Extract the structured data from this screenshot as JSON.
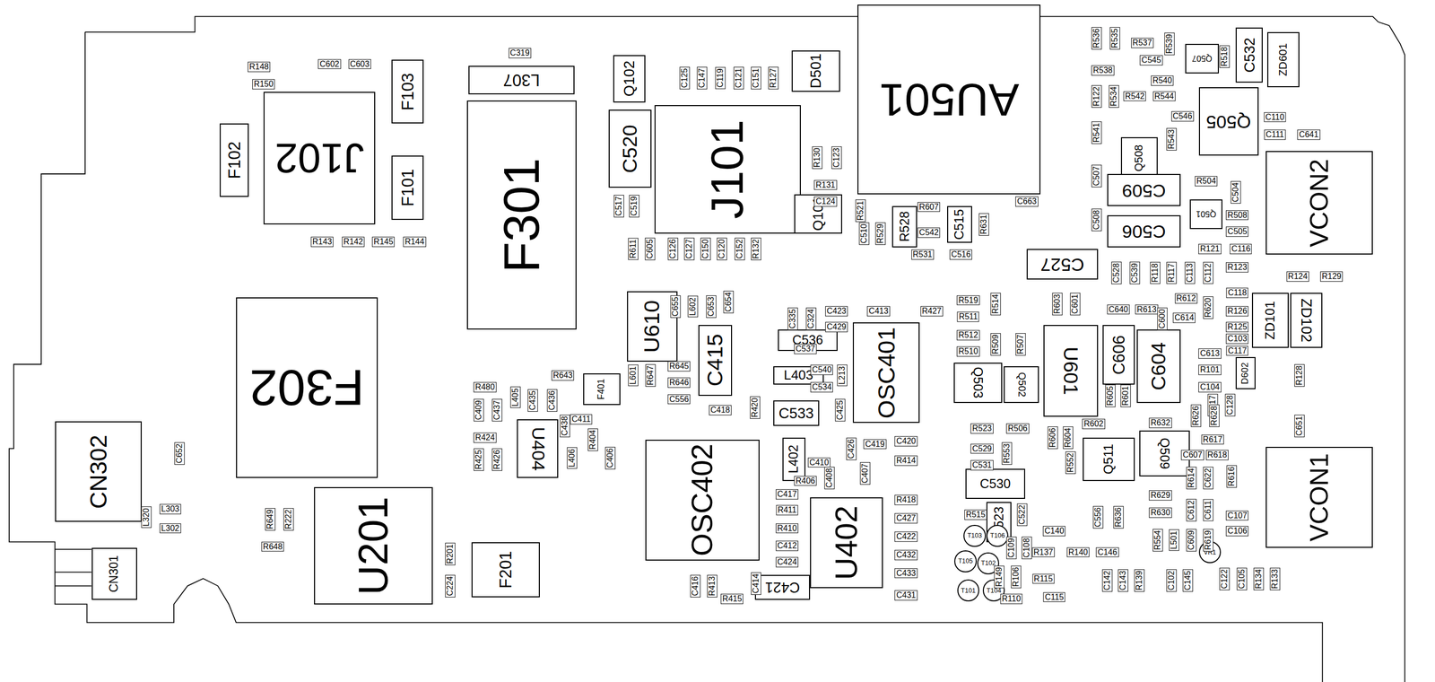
{
  "diagram": {
    "nodes": [
      {
        "text": [
          "J102"
        ]
      },
      {
        "text": [
          "F102"
        ]
      },
      {
        "text": [
          "F103"
        ]
      },
      {
        "text": [
          "F101"
        ]
      },
      {
        "text": [
          "L307"
        ]
      },
      {
        "text": [
          "F301"
        ]
      },
      {
        "text": [
          "Q102"
        ]
      },
      {
        "text": [
          "C520"
        ]
      },
      {
        "text": [
          "J101"
        ]
      },
      {
        "text": [
          "D501"
        ]
      },
      {
        "text": [
          "AU501"
        ]
      },
      {
        "text": [
          "Q101"
        ]
      },
      {
        "text": [
          "R528"
        ]
      },
      {
        "text": [
          "C515"
        ]
      },
      {
        "text": [
          "Q507"
        ]
      },
      {
        "text": [
          "C532"
        ]
      },
      {
        "text": [
          "ZD601"
        ]
      },
      {
        "text": [
          "Q508"
        ]
      },
      {
        "text": [
          "Q505"
        ]
      },
      {
        "text": [
          "C509"
        ]
      },
      {
        "text": [
          "Q501"
        ]
      },
      {
        "text": [
          "C506"
        ]
      },
      {
        "text": [
          "VCON2"
        ]
      },
      {
        "text": [
          "C527"
        ]
      },
      {
        "text": [
          "F302"
        ]
      },
      {
        "text": [
          "U610"
        ]
      },
      {
        "text": [
          "C415"
        ]
      },
      {
        "text": [
          "C536"
        ]
      },
      {
        "text": [
          "OSC401"
        ]
      },
      {
        "text": [
          "L403"
        ]
      },
      {
        "text": [
          "F401"
        ]
      },
      {
        "text": [
          "C533"
        ]
      },
      {
        "text": [
          "U404"
        ]
      },
      {
        "text": [
          "L402"
        ]
      },
      {
        "text": [
          "OSC402"
        ]
      },
      {
        "text": [
          "U402"
        ]
      },
      {
        "text": [
          "C421"
        ]
      },
      {
        "text": [
          "Q503"
        ]
      },
      {
        "text": [
          "Q502"
        ]
      },
      {
        "text": [
          "U601"
        ]
      },
      {
        "text": [
          "C606"
        ]
      },
      {
        "text": [
          "C604"
        ]
      },
      {
        "text": [
          "ZD101"
        ]
      },
      {
        "text": [
          "ZD102"
        ]
      },
      {
        "text": [
          "D602"
        ]
      },
      {
        "text": [
          "C530"
        ]
      },
      {
        "text": [
          "C523"
        ]
      },
      {
        "text": [
          "Q511"
        ]
      },
      {
        "text": [
          "Q509"
        ]
      },
      {
        "text": [
          "VCON1"
        ]
      },
      {
        "text": [
          "CN302"
        ]
      },
      {
        "text": [
          "U201"
        ]
      },
      {
        "text": [
          "F201"
        ]
      },
      {
        "text": [
          "CN301"
        ]
      },
      {
        "text": [
          "T103"
        ]
      },
      {
        "text": [
          "T106"
        ]
      },
      {
        "text": [
          "T105"
        ]
      },
      {
        "text": [
          "T102"
        ]
      },
      {
        "text": [
          "T101"
        ]
      },
      {
        "text": [
          "T104"
        ]
      },
      {
        "text": [
          "VR1"
        ]
      }
    ],
    "labels": [
      "R148",
      "R150",
      "C602",
      "C603",
      "R143",
      "R142",
      "R145",
      "R144",
      "C319",
      "C125",
      "C147",
      "C119",
      "C121",
      "C151",
      "R127",
      "C517",
      "C519",
      "R611",
      "C605",
      "C126",
      "C127",
      "C150",
      "C120",
      "C152",
      "R132",
      "R130",
      "C123",
      "R131",
      "C124",
      "R521",
      "C510",
      "R529",
      "R607",
      "C542",
      "R531",
      "C516",
      "R631",
      "C663",
      "R536",
      "R535",
      "R537",
      "R539",
      "C545",
      "R538",
      "R518",
      "R540",
      "R122",
      "R534",
      "R542",
      "R544",
      "C546",
      "R541",
      "R543",
      "C110",
      "C111",
      "C641",
      "C507",
      "R504",
      "C504",
      "C508",
      "R508",
      "C505",
      "R121",
      "C116",
      "R123",
      "R124",
      "R129",
      "C528",
      "C539",
      "R118",
      "R117",
      "C113",
      "C112",
      "C640",
      "R613",
      "C600",
      "R612",
      "C614",
      "R620",
      "C118",
      "R126",
      "R125",
      "C103",
      "C117",
      "C613",
      "R101",
      "C104",
      "R128",
      "C617",
      "C128",
      "R626",
      "R628",
      "C651",
      "R632",
      "R617",
      "C607",
      "R618",
      "R614",
      "C622",
      "R616",
      "R629",
      "R630",
      "C612",
      "C611",
      "C609",
      "R619",
      "C107",
      "C106",
      "C122",
      "C105",
      "R134",
      "R133",
      "R603",
      "C601",
      "R519",
      "R514",
      "R511",
      "R512",
      "R509",
      "R507",
      "R510",
      "R605",
      "R601",
      "R523",
      "R506",
      "R606",
      "R604",
      "R602",
      "C529",
      "R553",
      "C531",
      "R552",
      "R515",
      "C522",
      "C556",
      "R636",
      "C140",
      "R554",
      "L501",
      "C109",
      "C108",
      "R137",
      "R140",
      "C146",
      "R149",
      "R106",
      "R115",
      "C142",
      "C143",
      "R139",
      "C102",
      "C145",
      "R110",
      "C115",
      "C655",
      "L602",
      "C653",
      "C654",
      "L601",
      "R647",
      "R645",
      "R646",
      "R643",
      "C556",
      "C418",
      "C335",
      "C324",
      "C423",
      "C429",
      "C537",
      "C413",
      "R427",
      "C540",
      "C534",
      "L213",
      "R420",
      "C425",
      "R480",
      "C409",
      "C437",
      "L405",
      "C435",
      "C436",
      "R424",
      "R425",
      "R426",
      "C438",
      "C411",
      "R404",
      "L406",
      "C406",
      "C426",
      "C419",
      "C420",
      "R414",
      "C410",
      "C408",
      "C407",
      "R406",
      "C417",
      "R411",
      "R410",
      "C412",
      "C424",
      "R418",
      "C427",
      "C422",
      "C432",
      "C433",
      "C431",
      "C416",
      "R413",
      "C414",
      "R415",
      "C652",
      "L320",
      "L303",
      "L302",
      "R649",
      "R222",
      "R648",
      "R201",
      "C224"
    ]
  }
}
